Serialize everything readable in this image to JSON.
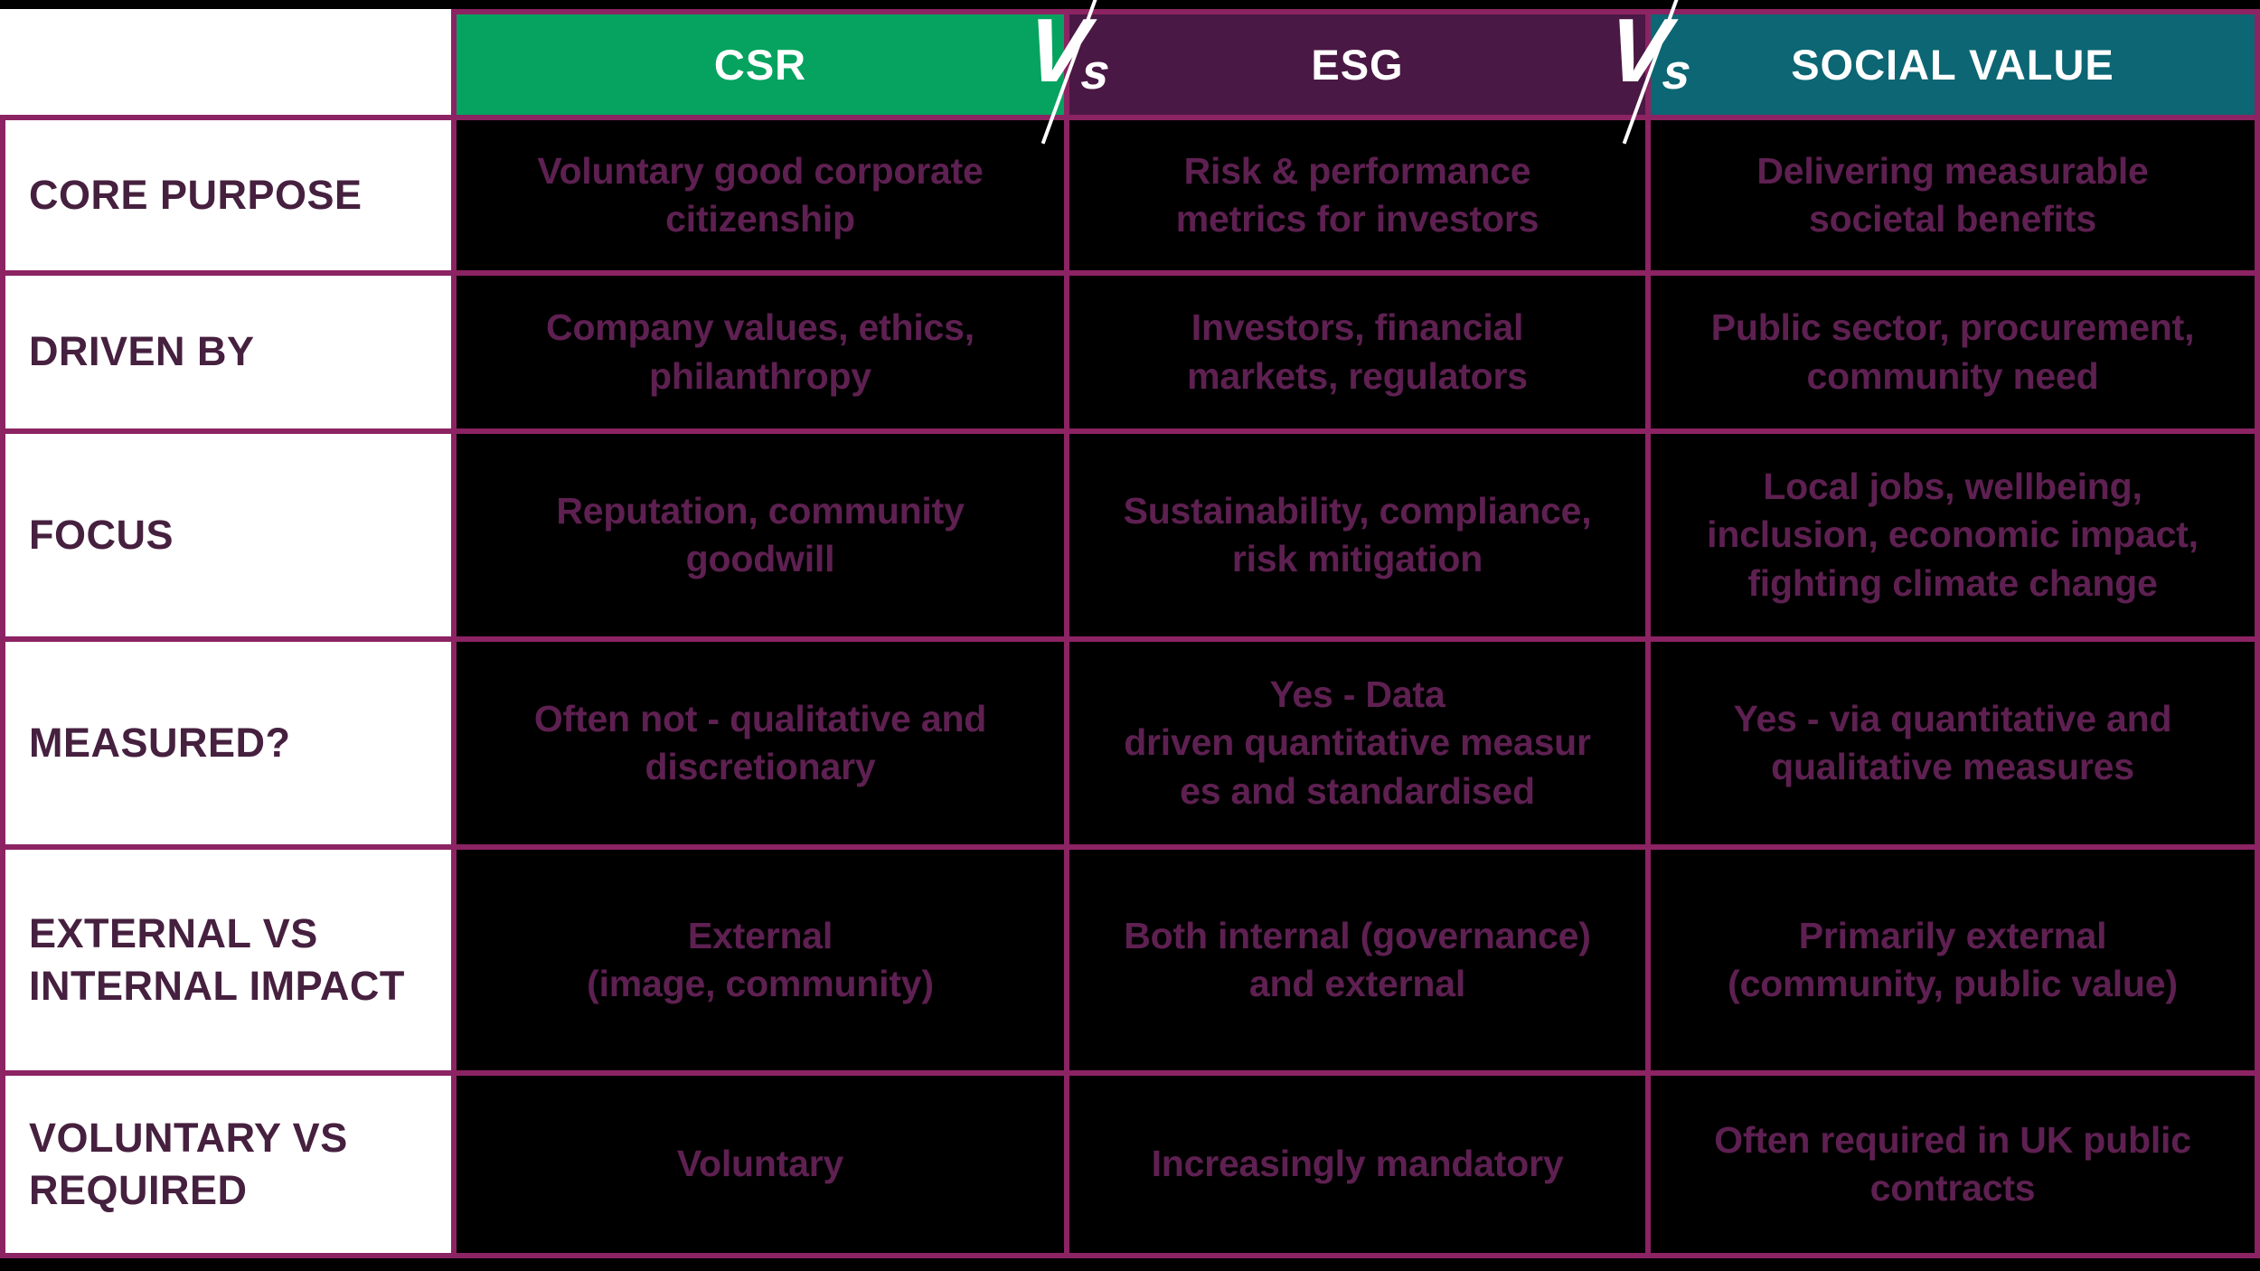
{
  "table": {
    "corner": "",
    "columns": [
      "CSR",
      "ESG",
      "SOCIAL VALUE"
    ],
    "vs": {
      "v": "V",
      "s": "s"
    },
    "rows": [
      {
        "label": "CORE PURPOSE",
        "cells": [
          "Voluntary good corporate\ncitizenship",
          "Risk & performance\nmetrics for investors",
          "Delivering measurable\nsocietal benefits"
        ]
      },
      {
        "label": "DRIVEN BY",
        "cells": [
          "Company values, ethics,\nphilanthropy",
          "Investors, financial\nmarkets, regulators",
          "Public sector, procurement,\ncommunity need"
        ]
      },
      {
        "label": "FOCUS",
        "cells": [
          "Reputation, community\ngoodwill",
          "Sustainability, compliance,\nrisk mitigation",
          "Local jobs, wellbeing,\ninclusion, economic impact,\nfighting climate change"
        ]
      },
      {
        "label": "MEASURED?",
        "cells": [
          "Often not - qualitative and\ndiscretionary",
          "Yes - Data\ndriven quantitative measur\nes and standardised",
          "Yes - via quantitative and\nqualitative measures"
        ]
      },
      {
        "label": "EXTERNAL VS\nINTERNAL IMPACT",
        "cells": [
          "External\n(image, community)",
          "Both internal (governance)\nand external",
          "Primarily external\n(community, public value)"
        ]
      },
      {
        "label": "VOLUNTARY VS\nREQUIRED",
        "cells": [
          "Voluntary",
          "Increasingly mandatory",
          "Often required in UK public\ncontracts"
        ]
      }
    ],
    "colors": {
      "csr_header": "#05a35f",
      "esg_header": "#4a1845",
      "social_value_header": "#0c6673",
      "grid_line": "#8c2363",
      "cell_text": "#5e2051",
      "row_label_text": "#46203f",
      "cell_background": "#000000",
      "label_background": "#ffffff",
      "vs_text": "#ffffff"
    }
  }
}
